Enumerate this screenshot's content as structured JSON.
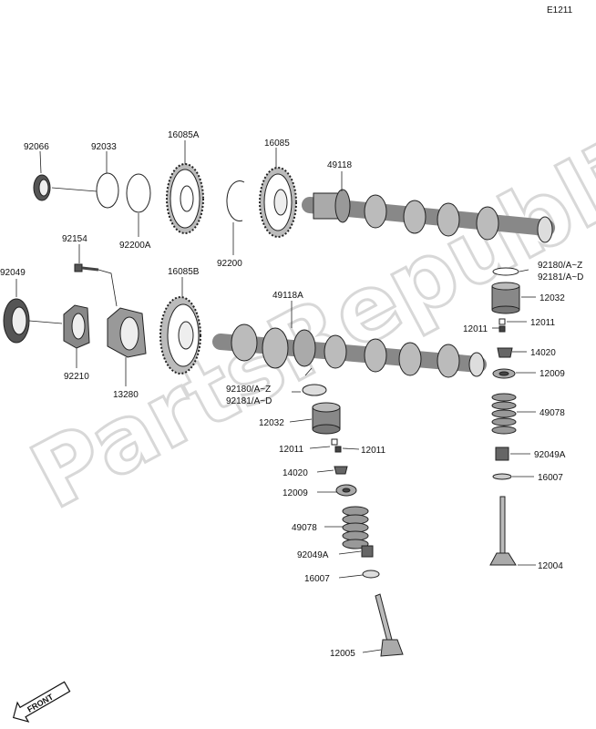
{
  "page_code": "E1211",
  "watermark": "PartsRepublik",
  "front_label": "FRONT",
  "labels": {
    "p92066": "92066",
    "p92033": "92033",
    "p16085A": "16085A",
    "p16085": "16085",
    "p49118": "49118",
    "p92154": "92154",
    "p92200A": "92200A",
    "p92200": "92200",
    "p92049": "92049",
    "p92210": "92210",
    "p13280": "13280",
    "p16085B": "16085B",
    "p49118A": "49118A",
    "p92180_r": "92180/A~Z",
    "p92181_r": "92181/A~D",
    "p12032_r": "12032",
    "p12011_r1": "12011",
    "p12011_r2": "12011",
    "p14020_r": "14020",
    "p12009_r": "12009",
    "p49078_r": "49078",
    "p92049A_r": "92049A",
    "p16007_r": "16007",
    "p12004": "12004",
    "p92180_l": "92180/A~Z",
    "p92181_l": "92181/A~D",
    "p12032_l": "12032",
    "p12011_l1": "12011",
    "p12011_l2": "12011",
    "p14020_l": "14020",
    "p12009_l": "12009",
    "p49078_l": "49078",
    "p92049A_l": "92049A",
    "p16007_l": "16007",
    "p12005": "12005"
  }
}
